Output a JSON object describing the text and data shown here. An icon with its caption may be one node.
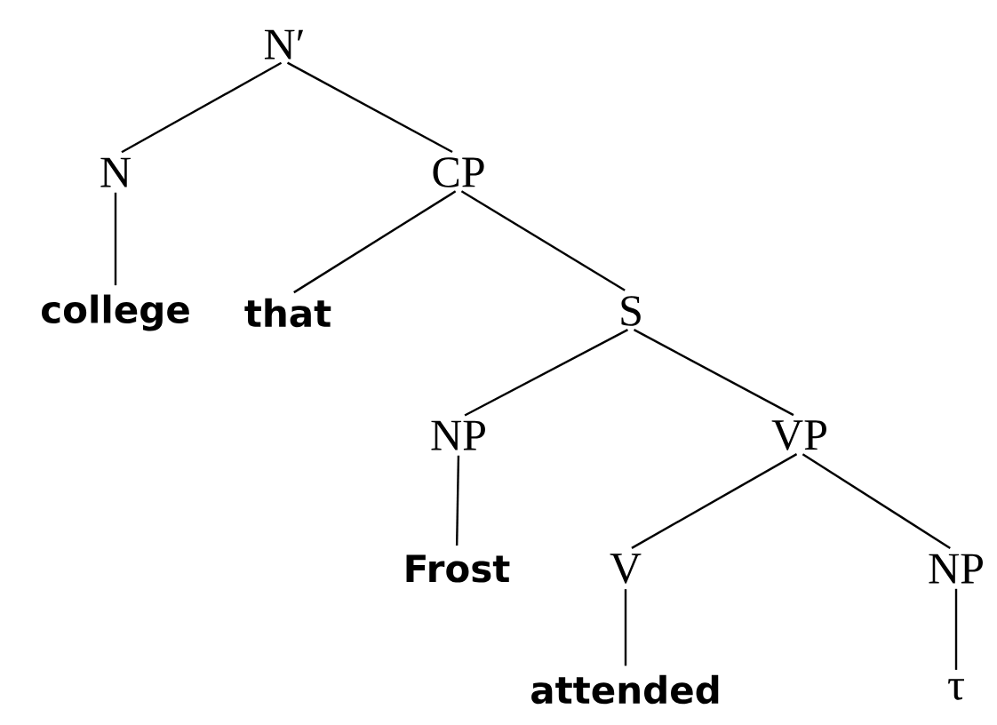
{
  "diagram": {
    "nodes": [
      {
        "text": [
          "N′"
        ]
      },
      {
        "text": [
          "N"
        ]
      },
      {
        "text": [
          "CP"
        ]
      },
      {
        "text": [
          "college"
        ]
      },
      {
        "text": [
          "that"
        ]
      },
      {
        "text": [
          "S"
        ]
      },
      {
        "text": [
          "NP"
        ]
      },
      {
        "text": [
          "VP"
        ]
      },
      {
        "text": [
          "Frost"
        ]
      },
      {
        "text": [
          "V"
        ]
      },
      {
        "text": [
          "NP"
        ]
      },
      {
        "text": [
          "attended"
        ]
      },
      {
        "text": [
          "τ"
        ]
      }
    ],
    "edges": [
      {
        "from": 0,
        "to": 1,
        "arrow": "none"
      },
      {
        "from": 0,
        "to": 2,
        "arrow": "none"
      },
      {
        "from": 1,
        "to": 3,
        "arrow": "none"
      },
      {
        "from": 2,
        "to": 4,
        "arrow": "none"
      },
      {
        "from": 2,
        "to": 5,
        "arrow": "none"
      },
      {
        "from": 5,
        "to": 6,
        "arrow": "none"
      },
      {
        "from": 5,
        "to": 7,
        "arrow": "none"
      },
      {
        "from": 6,
        "to": 8,
        "arrow": "none"
      },
      {
        "from": 7,
        "to": 9,
        "arrow": "none"
      },
      {
        "from": 7,
        "to": 10,
        "arrow": "none"
      },
      {
        "from": 9,
        "to": 11,
        "arrow": "none"
      },
      {
        "from": 10,
        "to": 12,
        "arrow": "none"
      }
    ]
  }
}
